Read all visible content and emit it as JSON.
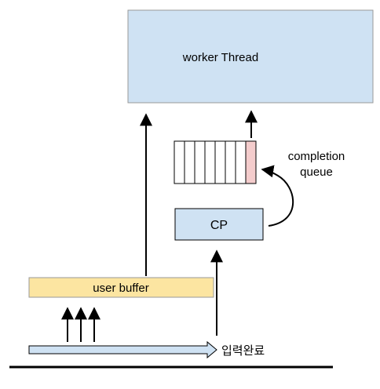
{
  "nodes": {
    "worker_thread": "worker Thread",
    "cp": "CP",
    "user_buffer": "user buffer"
  },
  "labels": {
    "completion_line1": "completion",
    "completion_line2": "queue",
    "input_complete": "입력완료"
  },
  "completion_queue": {
    "slot_count": 8,
    "filled_slots": 1
  },
  "colors": {
    "box_fill": "#cfe2f3",
    "buffer_fill": "#fce5a1",
    "queue_filled_slot": "#f4cccc",
    "stroke": "#000000",
    "input_arrow_fill": "#cfe2f3"
  }
}
